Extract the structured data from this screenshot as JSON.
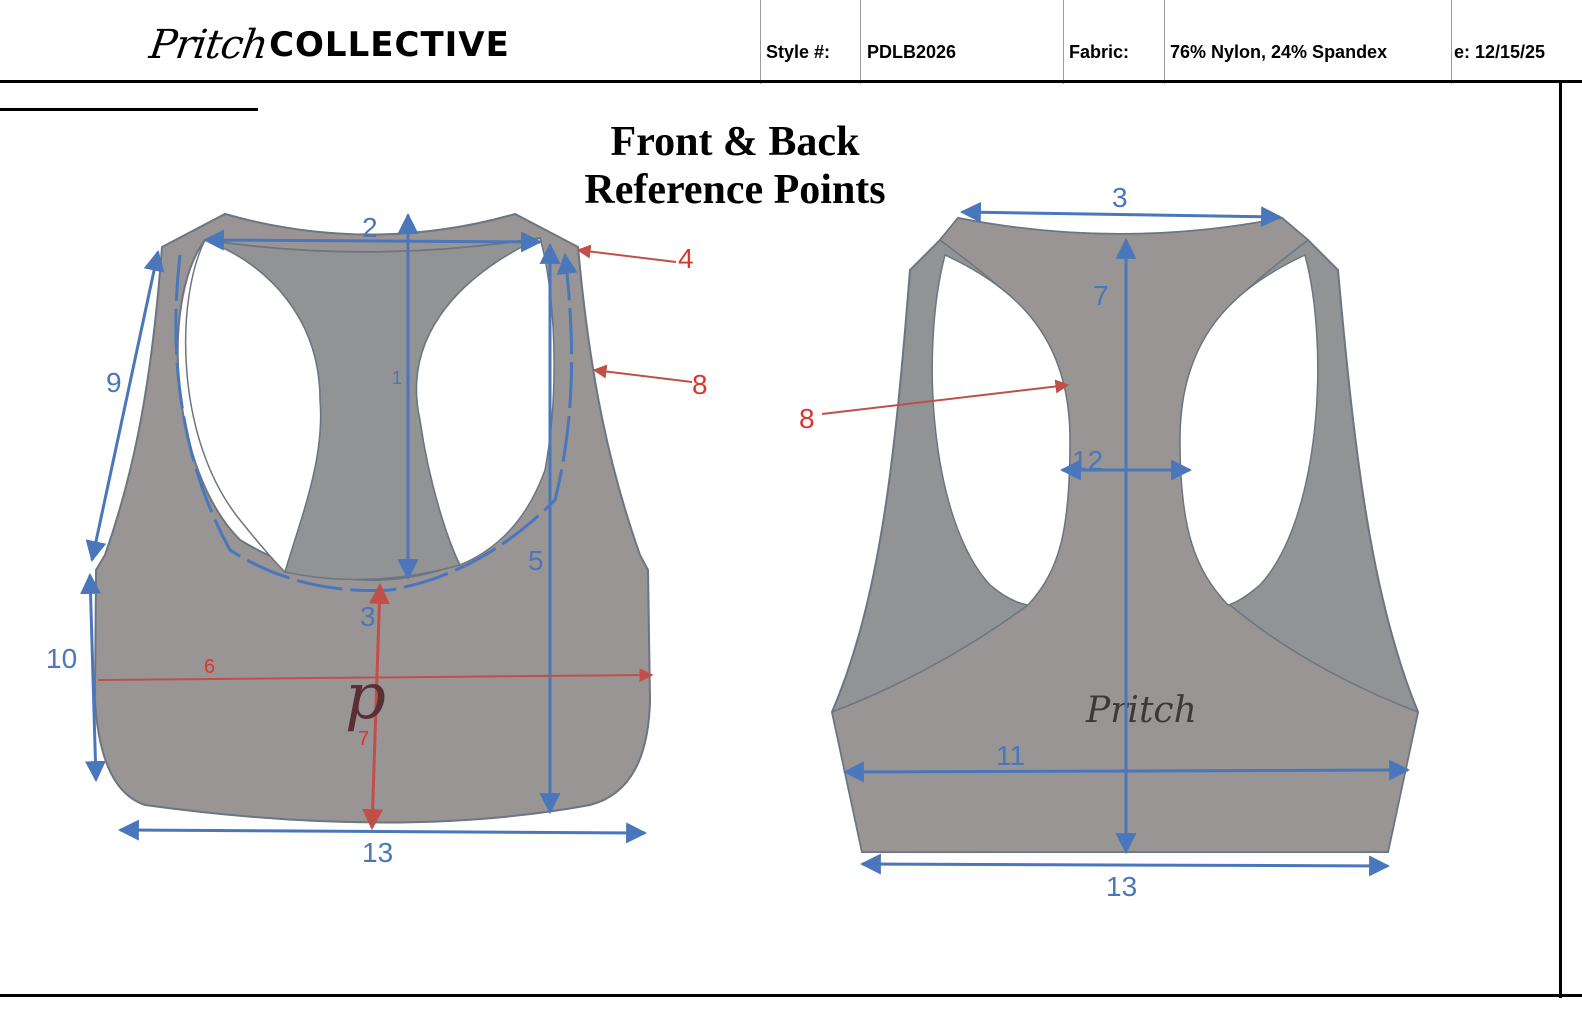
{
  "header": {
    "brand_script": "Pritch",
    "brand_bold": "COLLECTIVE",
    "style_label": "Style #:",
    "style_value": "PDLB2026",
    "fabric_label": "Fabric:",
    "fabric_value": "76% Nylon, 24% Spandex",
    "date_fragment": "e: 12/15/25"
  },
  "title": {
    "line1": "Front & Back",
    "line2": "Reference Points"
  },
  "front": {
    "logo_mark": "p",
    "labels": {
      "m1": "1",
      "m2": "2",
      "m3": "3",
      "m4": "4",
      "m5": "5",
      "m6": "6",
      "m7": "7",
      "m8": "8",
      "m9": "9",
      "m10": "10",
      "m13": "13"
    }
  },
  "back": {
    "logo_text": "Pritch",
    "labels": {
      "m3": "3",
      "m7": "7",
      "m8": "8",
      "m11": "11",
      "m12": "12",
      "m13": "13"
    }
  },
  "colors": {
    "garment": "#999595",
    "garment_dark": "#929395",
    "measure_blue": "#4a76bb",
    "measure_red": "#c24f47"
  }
}
